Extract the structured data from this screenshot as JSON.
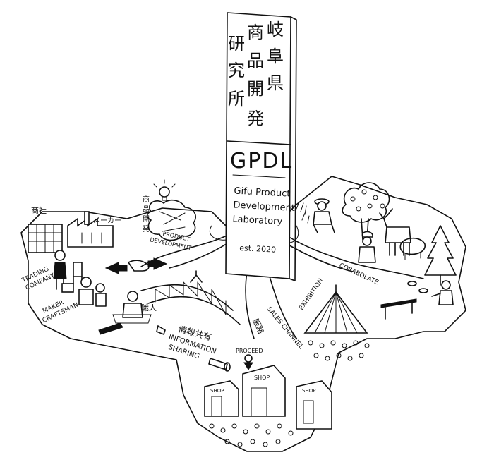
{
  "tower": {
    "kanji_col1": [
      "岐",
      "阜",
      "県"
    ],
    "kanji_col2": [
      "商",
      "品",
      "開",
      "発"
    ],
    "kanji_col3": [
      "研",
      "究",
      "所"
    ],
    "acronym": "GPDL",
    "name_line1": "Gifu Product",
    "name_line2": "Development",
    "name_line3": "Laboratory",
    "established": "est. 2020"
  },
  "labels": {
    "company_kanji": "商社",
    "maker_kana": "メーカー",
    "trading_company_1": "TRADING",
    "trading_company_2": "COMPANY",
    "maker": "MAKER",
    "craftsman": "CRAFTSMAN",
    "artisan_kanji": "職人",
    "product_dev_kanji": [
      "商",
      "品",
      "開",
      "発"
    ],
    "product_dev_1": "PRODUCT",
    "product_dev_2": "DEVELOPMENT",
    "info_sharing_kanji": "情報共有",
    "info_sharing_1": "INFORMATION",
    "info_sharing_2": "SHARING",
    "sales_channel_kanji": "販路",
    "proceed": "PROCEED",
    "sales_channel": "SALES CHANNEL",
    "exhibition": "EXHIBITION",
    "corabolate": "CORABOLATE",
    "shop_1": "SHOP",
    "shop_2": "SHOP",
    "shop_3": "SHOP"
  }
}
